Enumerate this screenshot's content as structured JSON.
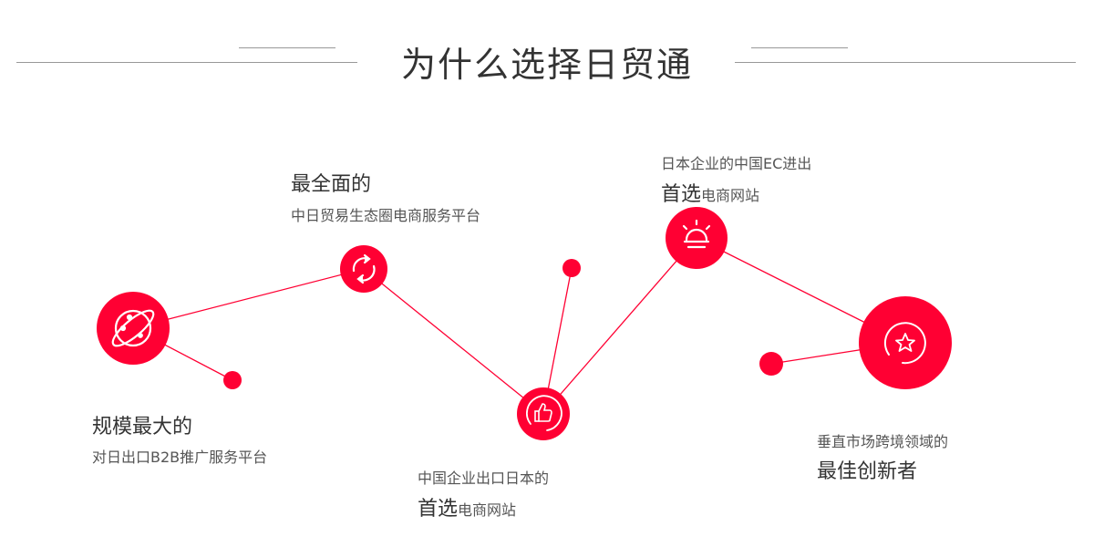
{
  "title": "为什么选择日贸通",
  "accent": "#ff0033",
  "items": [
    {
      "heading": "规模最大的",
      "sub": "对日出口B2B推广服务平台",
      "icon": "globe-icon"
    },
    {
      "heading": "最全面的",
      "sub": "中日贸易生态圈电商服务平台",
      "icon": "refresh-icon"
    },
    {
      "line1": "中国企业出口日本的",
      "emph": "首选",
      "rest": "电商网站",
      "icon": "thumbs-up-icon"
    },
    {
      "line1": "日本企业的中国EC进出",
      "emph": "首选",
      "rest": "电商网站",
      "icon": "sunrise-icon"
    },
    {
      "line1": "垂直市场跨境领域的",
      "heading": "最佳创新者",
      "icon": "star-icon"
    }
  ]
}
